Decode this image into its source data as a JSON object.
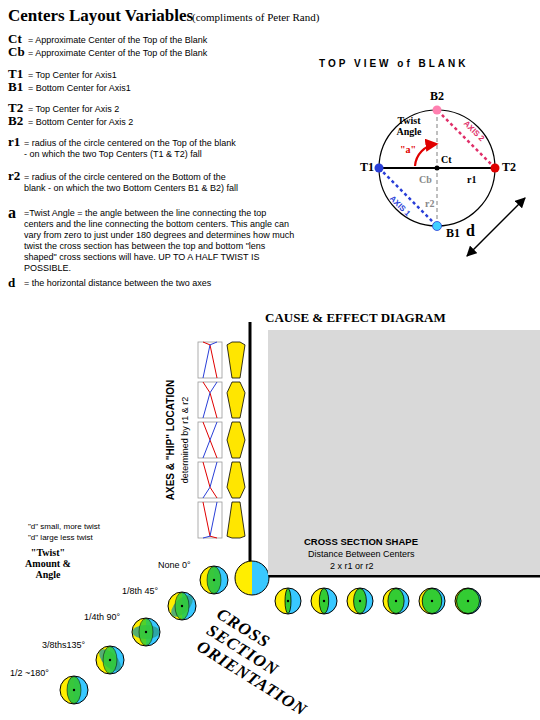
{
  "diagram": {
    "title": "Centers Layout Variables",
    "nodes": [
      {
        "text": [
          "CAUSE & EFFECT DIAGRAM",
          "CROSS SECTION SHAPE",
          "Distance Between Centers",
          "2 x r1 or r2"
        ]
      },
      {
        "text": [
          "TOP VIEW of BLANK",
          "Twist Angle",
          "\"a\"",
          "Ct",
          "Cb",
          "r1",
          "r2"
        ]
      }
    ],
    "labels": [
      "(compliments of Peter Rand)",
      "Ct",
      "= Approximate Center of the Top of the Blank",
      "Cb",
      "= Approximate Center of the Top of the Blank",
      "T1",
      "= Top Center for Axis1",
      "B1",
      "= Bottom Center for Axis1",
      "T2",
      "= Top Center for Axis 2",
      "B2",
      "= Bottom Center for Axis 2",
      "r1",
      "= radius of the circle centered on the Top of the blank - on which the two Top Centers (T1 & T2) fall",
      "r2",
      "= radius of the circle centered on the Bottom of the blank - on which the two Bottom Centers B1 & B2) fall",
      "a",
      "=Twist Angle = the angle between the line connecting the top centers and the line connecting the bottom centers. This angle can vary from zero to just under 180 degrees and determines how much twist the cross section has between the top and bottom \"lens shaped\" cross sections will have. UP TO A HALF TWIST IS POSSIBLE.",
      "d",
      "= the horizontal distance between the two axes",
      "B2",
      "T1",
      "T2",
      "B1",
      "AXIS 1",
      "AXIS 2",
      "d",
      "AXES & \"HIP\" LOCATION",
      "determined by r1 & r2",
      "\"d\" small, more twist",
      "\"d\" large less twist",
      "\"Twist\" Amount & Angle",
      "None 0°",
      "1/8th 45°",
      "1/4th 90°",
      "3/8ths135°",
      "1/2 ~180°",
      "CROSS SECTION ORIENTATION"
    ]
  }
}
